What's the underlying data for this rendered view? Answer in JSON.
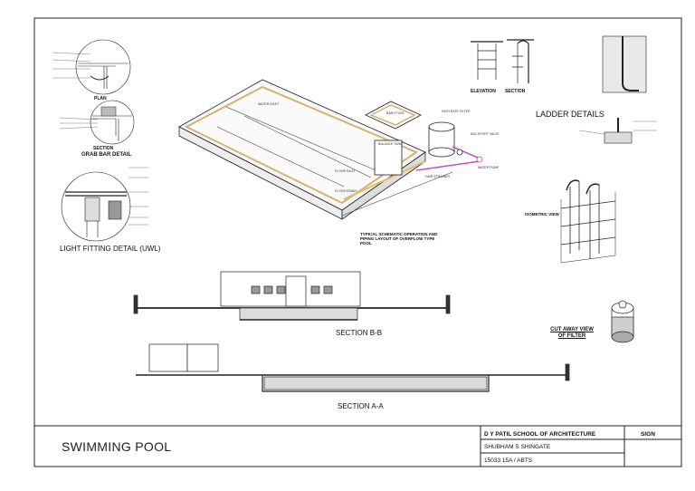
{
  "sheet": {
    "project_title": "SWIMMING POOL",
    "school": "D Y PATIL SCHOOL OF ARCHITECTURE",
    "sign_label": "SIGN",
    "student": "SHUBHAM S SHINGATE",
    "roll": "15033 15A / ABTS"
  },
  "headings": {
    "plan": "PLAN",
    "section": "SECTION",
    "grab_bar": "GRAB BAR DETAIL",
    "light_fitting": "LIGHT FITTING DETAIL (UWL)",
    "schematic": "TYPICAL SCHEMATIC OPERATION AND PIPING LAYOUT OF OVERFLOW TYPE POOL",
    "elevation": "ELEVATION",
    "ladder_section": "SECTION",
    "ladder_details": "LADDER DETAILS",
    "isometric": "ISOMETRIC VIEW",
    "cutaway": "CUT AWAY VIEW OF FILTER",
    "section_bb": "SECTION B-B",
    "section_aa": "SECTION A-A"
  },
  "labels": {
    "high_rate_filter": "HIGH RATE FILTER",
    "multiport_valve": "MULTIPORT VALVE",
    "hair_strainer": "HAIR STRAINER",
    "water_pump": "WATER PUMP",
    "balance_tank": "BALANCE TANK",
    "baby_pool": "BABY POOL",
    "floor_inlet": "FLOOR INLET",
    "floor_drain": "FLOOR DRAIN",
    "water_inlet": "WATER INLET"
  }
}
